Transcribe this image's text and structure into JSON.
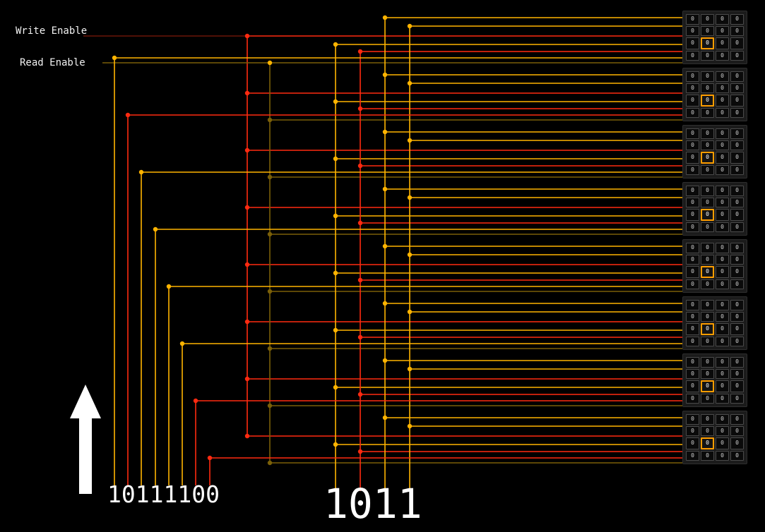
{
  "labels": {
    "write_enable": "Write Enable",
    "read_enable": "Read Enable",
    "data_value": "10111100",
    "address_value": "1011"
  },
  "colors": {
    "background": "#000000",
    "red": "#ff2a10",
    "yellow": "#ffb400",
    "dim_red": "#6b1608",
    "dim_yellow": "#7a5f08",
    "text": "#ffffff",
    "block_bg": "#1b1b1b",
    "cell_bg": "#0a0a0a",
    "cell_border": "#4a4a4a",
    "cell_text": "#cfcfcf",
    "highlight": "#ff9d00"
  },
  "memory": {
    "block_count": 8,
    "rows": 4,
    "cols": 4,
    "cell_value": "0",
    "highlight_row": 2,
    "highlight_col": 1
  }
}
